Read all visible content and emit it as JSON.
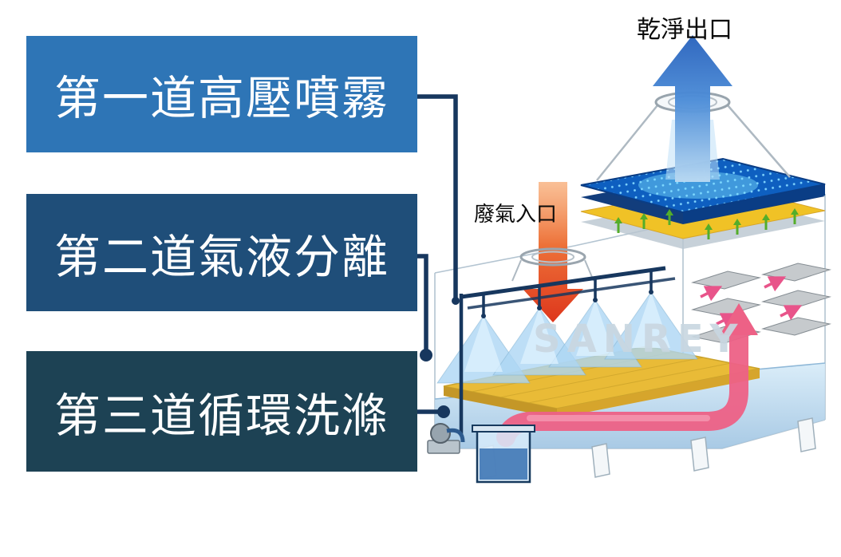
{
  "banners": [
    {
      "id": "stage-1",
      "label": "第一道高壓噴霧",
      "color": "#2e75b6"
    },
    {
      "id": "stage-2",
      "label": "第二道氣液分離",
      "color": "#1f4e79"
    },
    {
      "id": "stage-3",
      "label": "第三道循環洗滌",
      "color": "#1d4254"
    }
  ],
  "diagram": {
    "clean_outlet_label": "乾淨出口",
    "waste_inlet_label": "廢氣入口",
    "watermark": "SANREY"
  },
  "colors": {
    "banner_stage1": "#2e75b6",
    "banner_stage2": "#1f4e79",
    "banner_stage3": "#1d4254",
    "connector_line": "#17375e",
    "clean_arrow": "#2a63bd",
    "waste_arrow": "#dc2c10",
    "circulation_pipe": "#ed6186",
    "filter_panel": "#0e5fc0",
    "media_layer": "#f0c226",
    "green_flow": "#54ad2a",
    "water": "#a9cde9"
  }
}
